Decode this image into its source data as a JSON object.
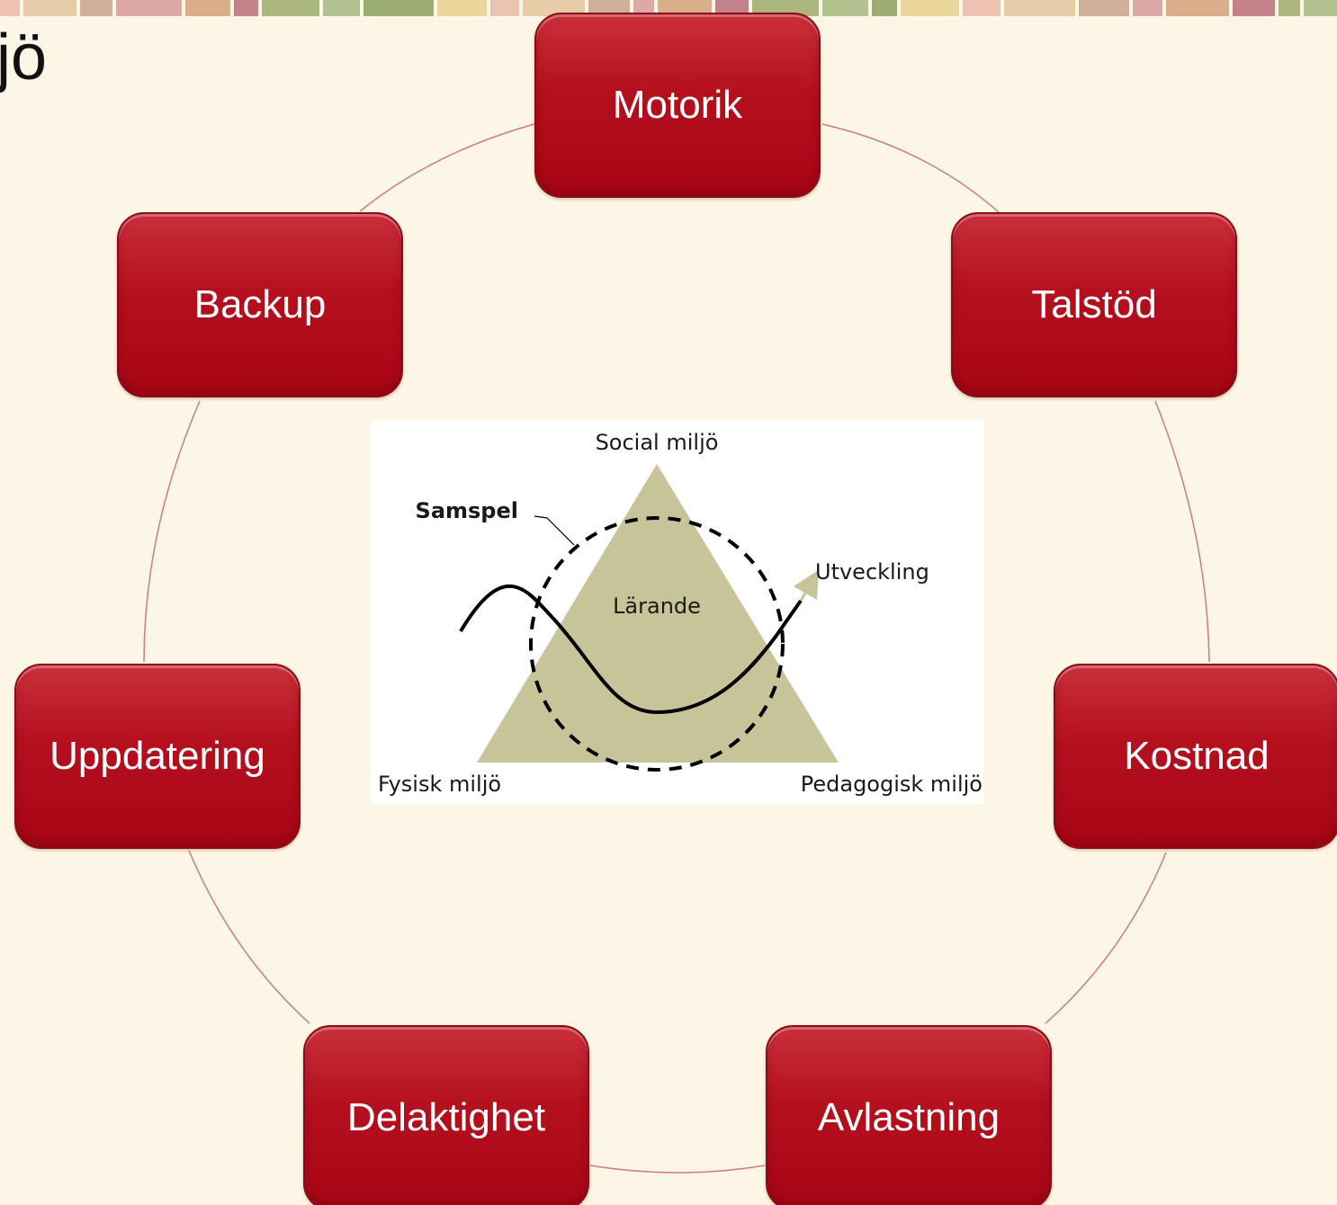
{
  "slide": {
    "title_fragment": "jö"
  },
  "cycle": {
    "nodes": [
      {
        "label": "Motorik"
      },
      {
        "label": "Talstöd"
      },
      {
        "label": "Kostnad"
      },
      {
        "label": "Avlastning"
      },
      {
        "label": "Delaktighet"
      },
      {
        "label": "Uppdatering"
      },
      {
        "label": "Backup"
      }
    ],
    "node_color": "#b5101e",
    "connector_color": "#d07a80"
  },
  "figure": {
    "top_label": "Social miljö",
    "left_label": "Fysisk miljö",
    "right_label": "Pedagogisk miljö",
    "center_label": "Lärande",
    "samspel_label": "Samspel",
    "utveckling_label": "Utveckling",
    "triangle_color": "#c8c49a"
  }
}
